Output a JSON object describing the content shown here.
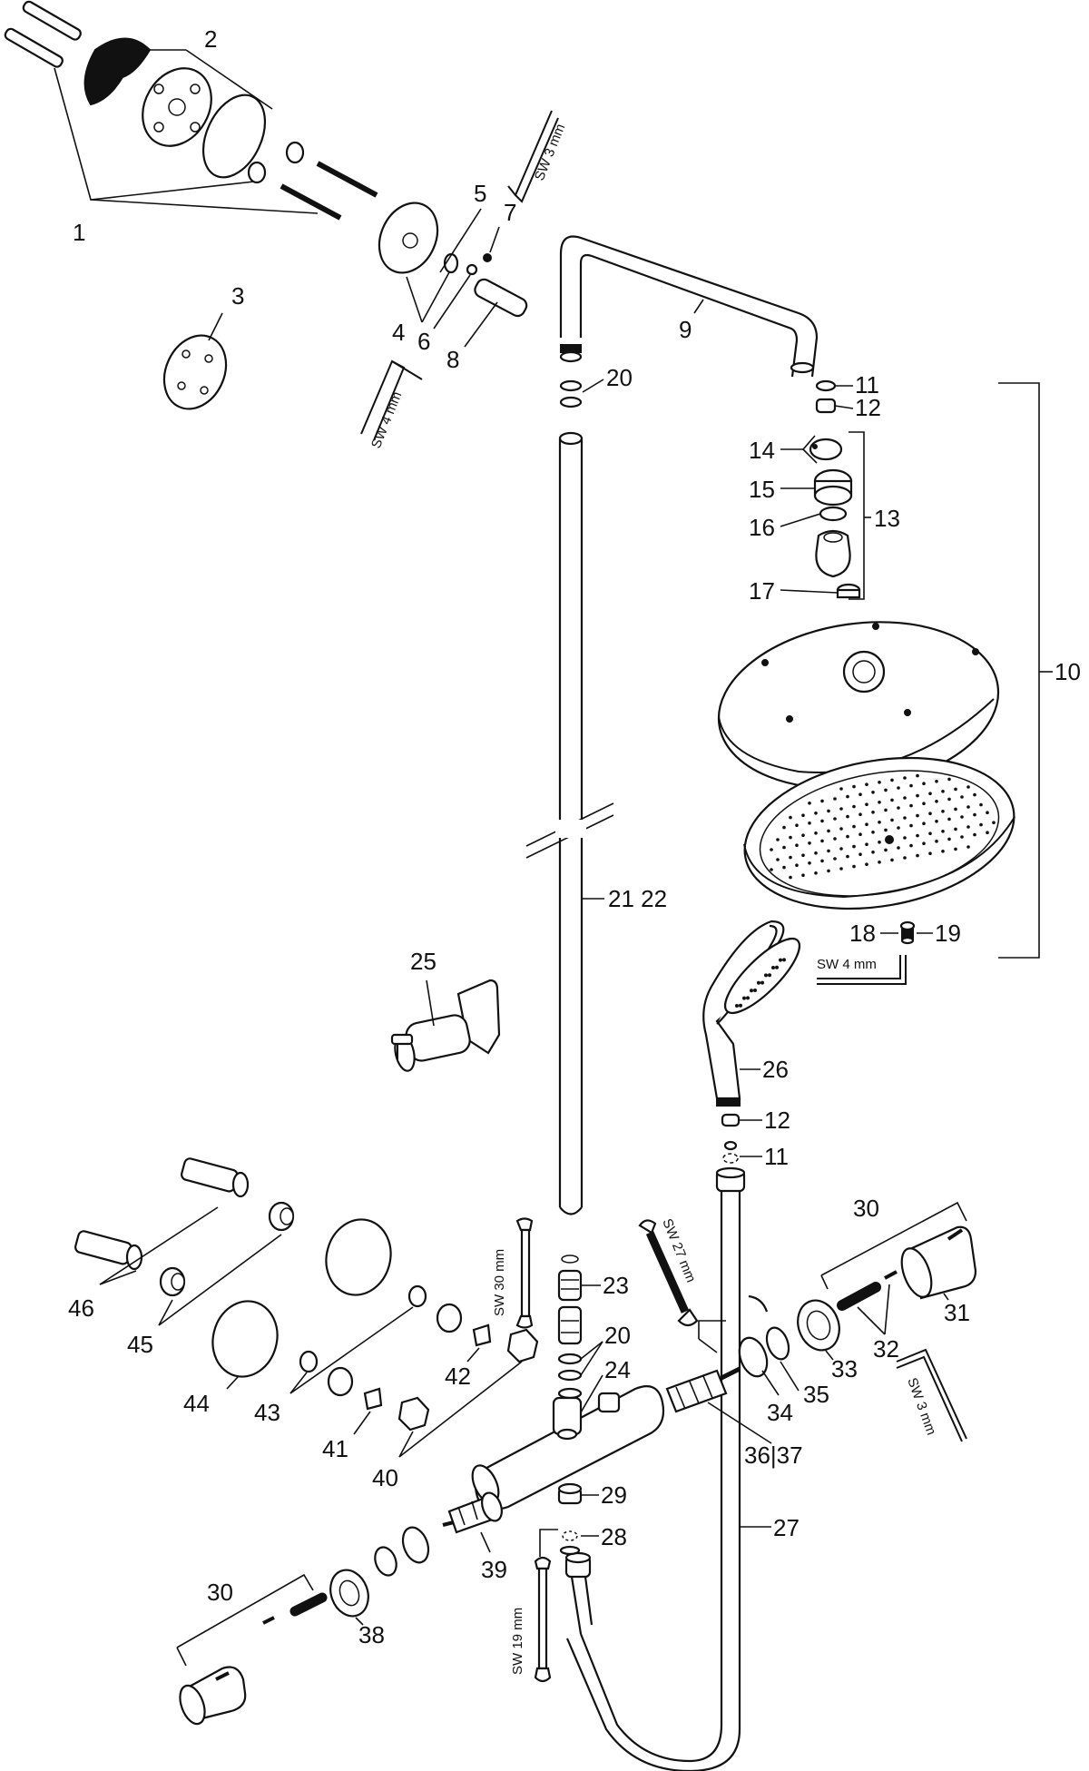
{
  "labels": {
    "p1": "1",
    "p2": "2",
    "p3": "3",
    "p4": "4",
    "p5": "5",
    "p6": "6",
    "p7": "7",
    "p8": "8",
    "p9": "9",
    "p10": "10",
    "p11a": "11",
    "p12a": "12",
    "p13": "13",
    "p14": "14",
    "p15": "15",
    "p16": "16",
    "p17": "17",
    "p18": "18",
    "p19": "19",
    "p20a": "20",
    "p21_22": "21  22",
    "p25": "25",
    "p26": "26",
    "p12b": "12",
    "p11b": "11",
    "p23": "23",
    "p20b": "20",
    "p24": "24",
    "p27": "27",
    "p28": "28",
    "p29": "29",
    "p30a": "30",
    "p30b": "30",
    "p31": "31",
    "p32": "32",
    "p33": "33",
    "p34": "34",
    "p35": "35",
    "p36_37": "36|37",
    "p38": "38",
    "p39": "39",
    "p40": "40",
    "p41": "41",
    "p42": "42",
    "p43": "43",
    "p44": "44",
    "p45": "45",
    "p46": "46"
  },
  "tools": {
    "sw3_top": "SW 3 mm",
    "sw4_left": "SW 4 mm",
    "sw4_right": "SW 4 mm",
    "sw30": "SW 30 mm",
    "sw27": "SW 27 mm",
    "sw19": "SW 19 mm",
    "sw3_right": "SW 3 mm"
  }
}
